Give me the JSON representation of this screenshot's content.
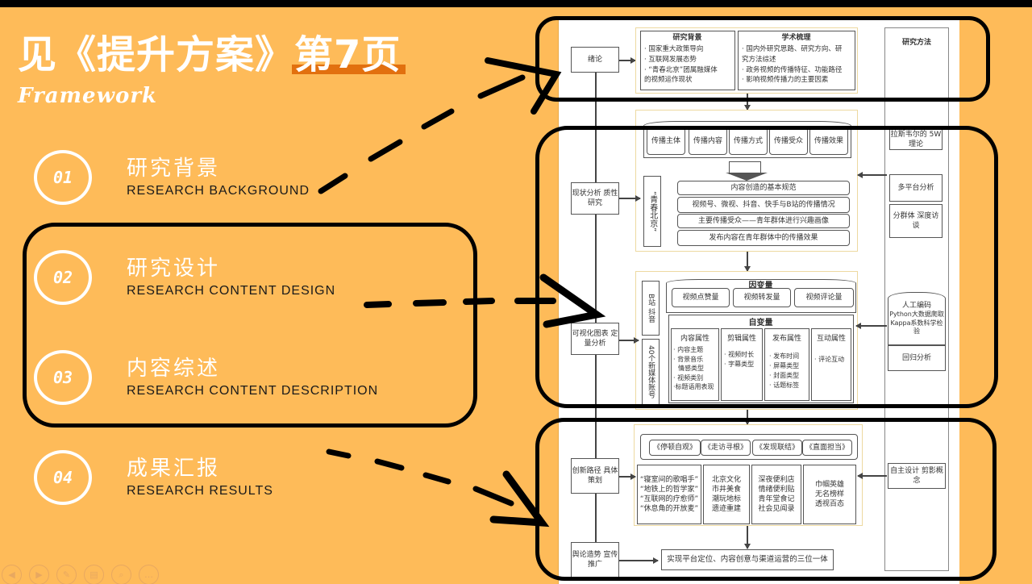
{
  "header": {
    "title_prefix": "见《提升方案》",
    "title_highlight": "第7页",
    "subtitle": "Framework"
  },
  "items": [
    {
      "number": "01",
      "cn": "研究背景",
      "en": "RESEARCH BACKGROUND"
    },
    {
      "number": "02",
      "cn": "研究设计",
      "en": "RESEARCH CONTENT DESIGN"
    },
    {
      "number": "03",
      "cn": "内容综述",
      "en": "RESEARCH CONTENT DESCRIPTION"
    },
    {
      "number": "04",
      "cn": "成果汇报",
      "en": "RESEARCH RESULTS"
    }
  ],
  "diagram": {
    "intro": {
      "label": "绪论",
      "background_title": "研究背景",
      "background_items": [
        "· 国家重大政策导向",
        "· 互联网发展态势",
        "· “青春北京”团属融媒体",
        "的视频运作现状"
      ],
      "academic_title": "学术梳理",
      "academic_items": [
        "· 国内外研究思路、研究方向、研",
        "究方法综述",
        "· 政务视频的传播特征、功能路径",
        "· 影响视频传播力的主要因素"
      ]
    },
    "methods_title": "研究方法",
    "methods": {
      "m1": "拉斯韦尔的 5W理论",
      "m2": "多平台分析",
      "m3": "分群体 深度访谈",
      "m4a": "人工编码",
      "m4b": "Python大数据爬取",
      "m4c": "Kappa系数科学检验",
      "m5": "回归分析",
      "m6": "自主设计 剪影概念"
    },
    "qualitative": {
      "label": "现状分析 质性研究",
      "five_w": [
        "传播主体",
        "传播内容",
        "传播方式",
        "传播受众",
        "传播效果"
      ],
      "subject": "“青春北京”",
      "items": [
        "内容创造的基本规范",
        "视频号、微视、抖音、快手与B站的传播情况",
        "主要传播受众——青年群体进行兴趣画像",
        "发布内容在青年群体中的传播效果"
      ]
    },
    "quantitative": {
      "label": "可视化图表 定量分析",
      "platforms": "B站 抖音",
      "accounts": "40个新媒体账号",
      "dependent_title": "因变量",
      "dependent": [
        "视频点赞量",
        "视频转发量",
        "视频评论量"
      ],
      "independent_title": "自变量",
      "groups": [
        {
          "title": "内容属性",
          "items": [
            "· 内容主题",
            "· 背景音乐",
            "情感类型",
            "· 视频类别",
            "·标题语用表现"
          ]
        },
        {
          "title": "剪辑属性",
          "items": [
            "· 视频时长",
            "· 字幕类型"
          ]
        },
        {
          "title": "发布属性",
          "items": [
            "· 发布时间",
            "· 屏幕类型",
            "· 封面类型",
            "· 话题标签"
          ]
        },
        {
          "title": "互动属性",
          "items": [
            "· 评论互动"
          ]
        }
      ]
    },
    "innovation": {
      "label": "创新路径 具体策划",
      "series": [
        "《停顿自观》",
        "《走访寻根》",
        "《发现联结》",
        "《直面担当》"
      ],
      "columns": [
        [
          "“寝室间的歌唱手”",
          "“地铁上的哲学家”",
          "“互联网的疗愈师”",
          "“休息角的开放麦”"
        ],
        [
          "北京文化",
          "市井美食",
          "潮玩地标",
          "遗迹重建"
        ],
        [
          "深夜便利店",
          "情绪便利贴",
          "青年堂食记",
          "社会见闻录"
        ],
        [
          "巾帼英雄",
          "无名榜样",
          "透视百态"
        ]
      ]
    },
    "promotion": {
      "label": "舆论造势 宣传推广",
      "result": "实现平台定位、内容创意与渠道运营的三位一体"
    }
  },
  "controls": [
    {
      "name": "previous",
      "glyph": "◀"
    },
    {
      "name": "next",
      "glyph": "▶"
    },
    {
      "name": "pen",
      "glyph": "✎"
    },
    {
      "name": "slides",
      "glyph": "▤"
    },
    {
      "name": "zoom",
      "glyph": "⌕"
    },
    {
      "name": "more",
      "glyph": "…"
    }
  ],
  "colors": {
    "background": "#FEBB59",
    "highlight": "#E2700F"
  }
}
